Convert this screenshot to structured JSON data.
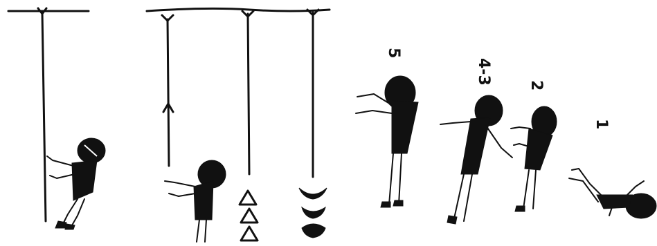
{
  "labels": {
    "step_5": "5",
    "step_4_3": "4-3",
    "step_2": "2",
    "step_1": "1"
  },
  "colors": {
    "ink": "#111111",
    "paper": "#ffffff"
  }
}
